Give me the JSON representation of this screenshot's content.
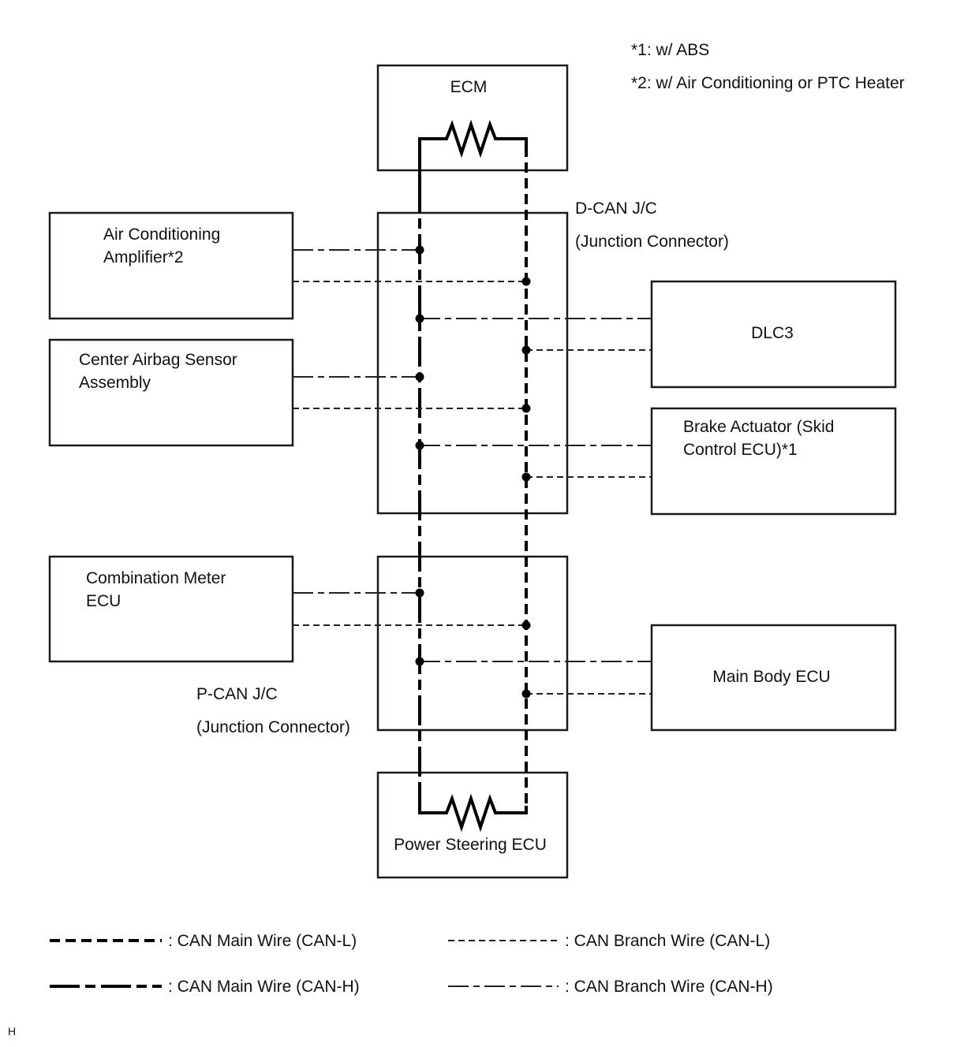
{
  "notes": [
    "*1: w/ ABS",
    "*2: w/ Air Conditioning or PTC Heater"
  ],
  "components": {
    "ecm": "ECM",
    "ac_amp": [
      "Air Conditioning",
      "Amplifier*2"
    ],
    "airbag": [
      "Center Airbag Sensor",
      "Assembly"
    ],
    "meter": [
      "Combination Meter",
      "ECU"
    ],
    "dlc3": "DLC3",
    "brake": [
      "Brake Actuator (Skid",
      "Control ECU)*1"
    ],
    "main_body": "Main Body ECU",
    "power_steering": "Power Steering ECU"
  },
  "junctions": {
    "dcan": [
      "D-CAN J/C",
      "(Junction Connector)"
    ],
    "pcan": [
      "P-CAN J/C",
      "(Junction Connector)"
    ]
  },
  "legend": {
    "main_l": ": CAN Main Wire (CAN-L)",
    "main_h": ": CAN Main Wire (CAN-H)",
    "branch_l": ": CAN Branch Wire (CAN-L)",
    "branch_h": ": CAN Branch Wire (CAN-H)"
  },
  "corner_mark": "H"
}
